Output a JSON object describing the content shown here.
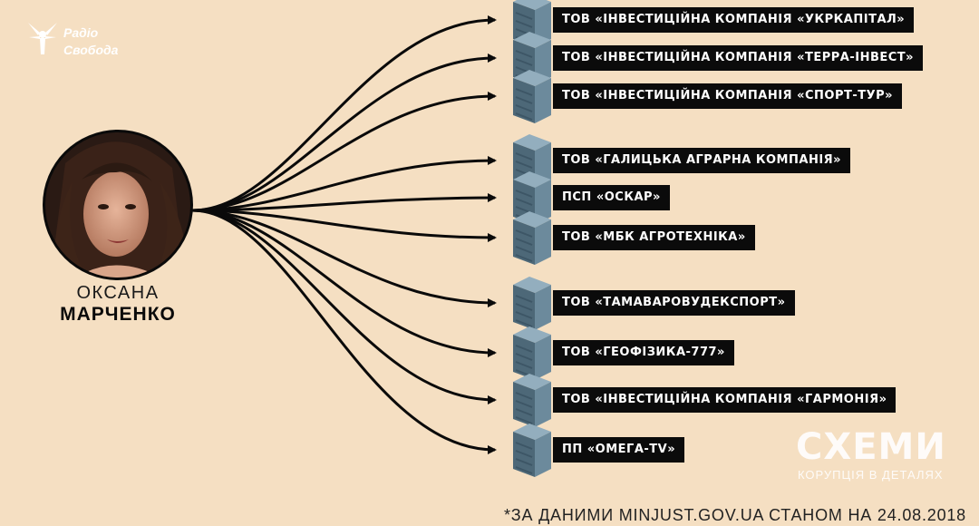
{
  "person": {
    "first_name": "ОКСАНА",
    "last_name": "МАРЧЕНКО"
  },
  "brand": {
    "radio_line1": "Радіо",
    "radio_line2": "Свобода",
    "schemy_title": "СХЕМИ",
    "schemy_subtitle": "КОРУПЦІЯ В ДЕТАЛЯХ"
  },
  "companies": [
    "ТОВ «ІНВЕСТИЦІЙНА КОМПАНІЯ «УКРКАПІТАЛ»",
    "ТОВ «ІНВЕСТИЦІЙНА КОМПАНІЯ «ТЕРРА-ІНВЕСТ»",
    "ТОВ «ІНВЕСТИЦІЙНА КОМПАНІЯ «СПОРТ-ТУР»",
    "ТОВ «ГАЛИЦЬКА АГРАРНА КОМПАНІЯ»",
    "ПСП «ОСКАР»",
    "ТОВ «МБК АГРОТЕХНІКА»",
    "ТОВ «ТАМАВАРОВУДЕКСПОРТ»",
    "ТОВ «ГЕОФІЗИКА-777»",
    "ТОВ «ІНВЕСТИЦІЙНА КОМПАНІЯ «ГАРМОНІЯ»",
    "ПП «ОМЕГА-TV»"
  ],
  "footnote": "*ЗА ДАНИМИ MINJUST.GOV.UA СТАНОМ НА 24.08.2018",
  "colors": {
    "background": "#f5dfc2",
    "label_bg": "#0b0b0b",
    "building_front": "#6c8a9c",
    "building_side": "#4d6878",
    "building_top": "#93aebe"
  },
  "icons": {
    "logo": "radio-svoboda-logo",
    "building": "building-icon",
    "portrait": "person-portrait"
  }
}
